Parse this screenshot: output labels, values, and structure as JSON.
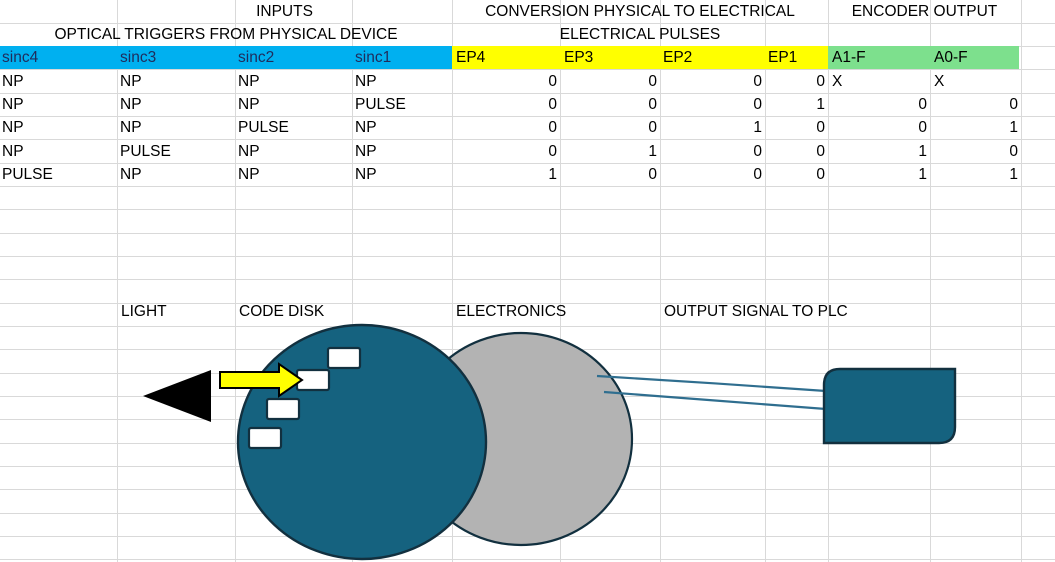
{
  "table": {
    "group_headers": [
      {
        "label": "INPUTS"
      },
      {
        "label": "CONVERSION PHYSICAL TO ELECTRICAL"
      },
      {
        "label": "ENCODER OUTPUT"
      }
    ],
    "sub_headers": [
      {
        "label": "OPTICAL TRIGGERS FROM PHYSICAL DEVICE"
      },
      {
        "label": "ELECTRICAL PULSES"
      }
    ],
    "columns": [
      {
        "label": "sinc4",
        "group": "inputs",
        "color": "#00b0f0"
      },
      {
        "label": "sinc3",
        "group": "inputs",
        "color": "#00b0f0"
      },
      {
        "label": "sinc2",
        "group": "inputs",
        "color": "#00b0f0"
      },
      {
        "label": "sinc1",
        "group": "inputs",
        "color": "#00b0f0"
      },
      {
        "label": "EP4",
        "group": "pulses",
        "color": "#ffff00"
      },
      {
        "label": "EP3",
        "group": "pulses",
        "color": "#ffff00"
      },
      {
        "label": "EP2",
        "group": "pulses",
        "color": "#ffff00"
      },
      {
        "label": "EP1",
        "group": "pulses",
        "color": "#ffff00"
      },
      {
        "label": "A1-F",
        "group": "output",
        "color": "#7de08d"
      },
      {
        "label": "A0-F",
        "group": "output",
        "color": "#7de08d"
      }
    ],
    "rows": [
      {
        "sinc4": "NP",
        "sinc3": "NP",
        "sinc2": "NP",
        "sinc1": "NP",
        "ep4": "0",
        "ep3": "0",
        "ep2": "0",
        "ep1": "0",
        "a1f": "X",
        "a0f": "X"
      },
      {
        "sinc4": "NP",
        "sinc3": "NP",
        "sinc2": "NP",
        "sinc1": "PULSE",
        "ep4": "0",
        "ep3": "0",
        "ep2": "0",
        "ep1": "1",
        "a1f": "0",
        "a0f": "0"
      },
      {
        "sinc4": "NP",
        "sinc3": "NP",
        "sinc2": "PULSE",
        "sinc1": "NP",
        "ep4": "0",
        "ep3": "0",
        "ep2": "1",
        "ep1": "0",
        "a1f": "0",
        "a0f": "1"
      },
      {
        "sinc4": "NP",
        "sinc3": "PULSE",
        "sinc2": "NP",
        "sinc1": "NP",
        "ep4": "0",
        "ep3": "1",
        "ep2": "0",
        "ep1": "0",
        "a1f": "1",
        "a0f": "0"
      },
      {
        "sinc4": "PULSE",
        "sinc3": "NP",
        "sinc2": "NP",
        "sinc1": "NP",
        "ep4": "1",
        "ep3": "0",
        "ep2": "0",
        "ep1": "0",
        "a1f": "1",
        "a0f": "1"
      }
    ]
  },
  "diagram": {
    "labels": {
      "light": "LIGHT",
      "code_disk": "CODE DISK",
      "electronics": "ELECTRONICS",
      "output_signal": "OUTPUT SIGNAL TO PLC"
    },
    "colors": {
      "disk_blue": "#15627f",
      "electronics_gray": "#b3b3b3",
      "arrow_yellow": "#ffff00",
      "slot_white": "#ffffff",
      "outline": "#12303f",
      "light_beam_black": "#000000"
    },
    "shapes": {
      "code_disk_slot_count": 4,
      "wire_count": 2
    }
  }
}
